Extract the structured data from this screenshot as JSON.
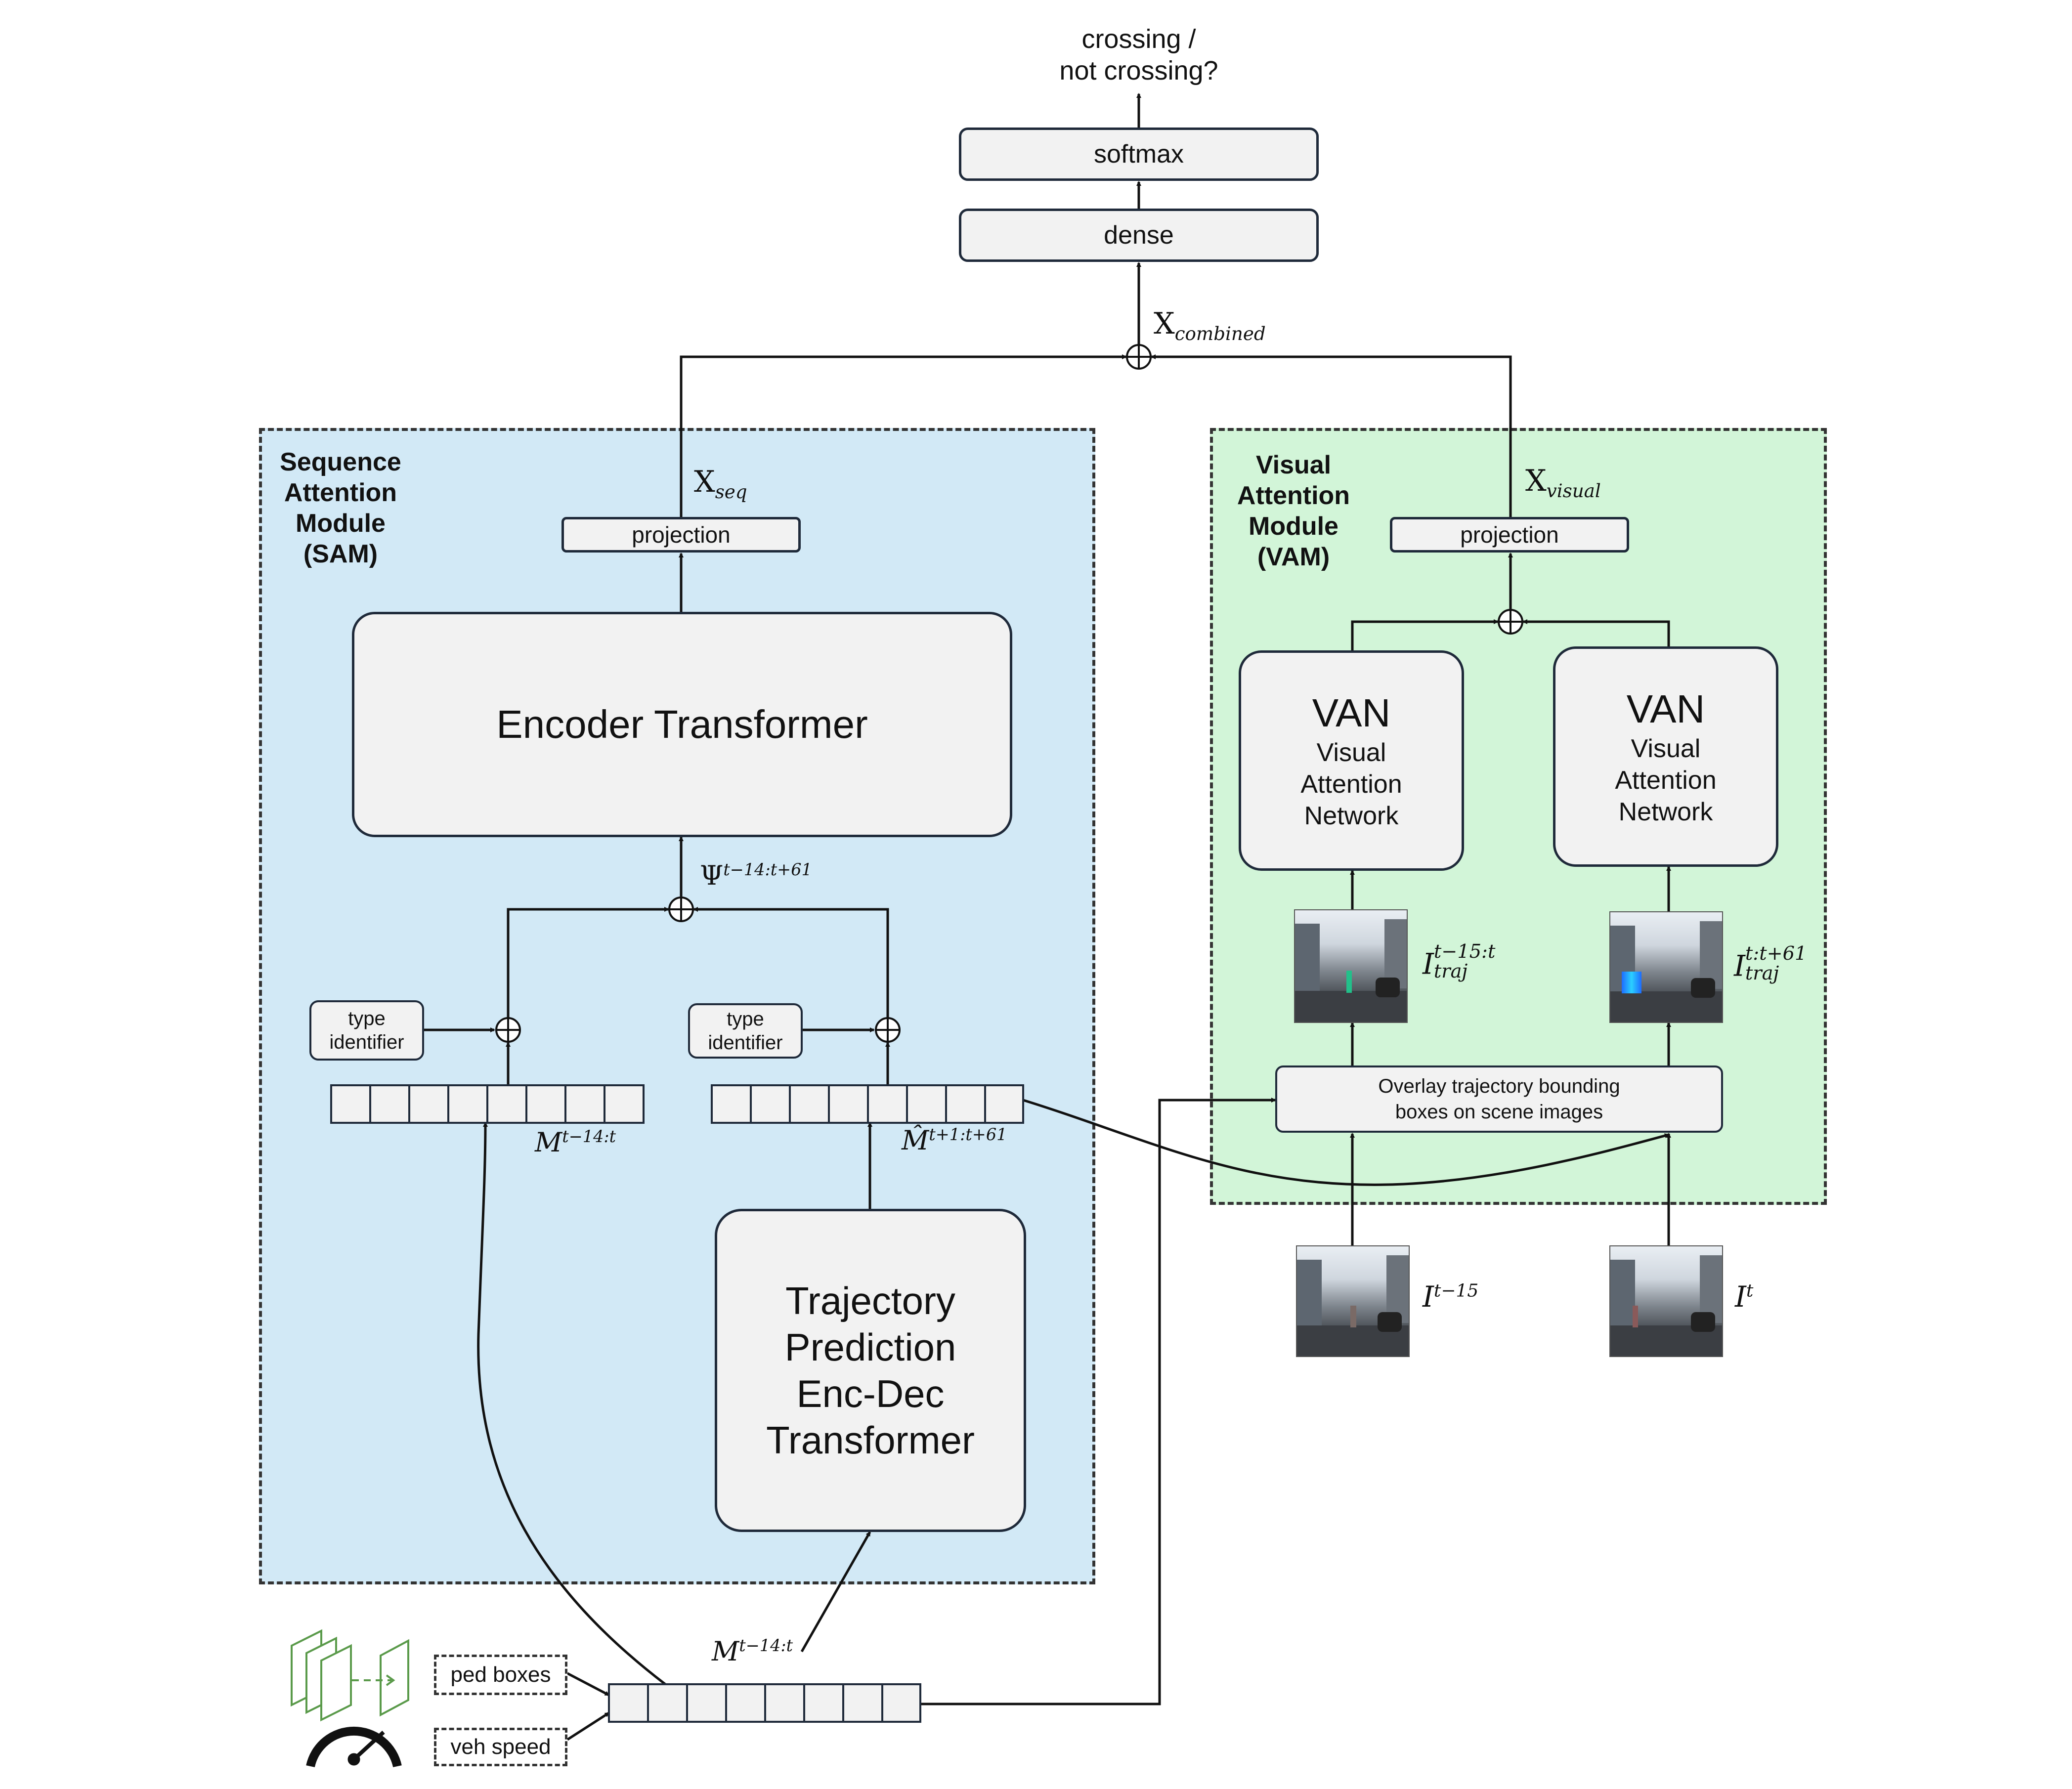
{
  "output": {
    "line1": "crossing /",
    "line2": "not crossing?"
  },
  "head": {
    "softmax": "softmax",
    "dense": "dense",
    "combined_main": "X",
    "combined_sub": "combined"
  },
  "sam": {
    "title_lines": [
      "Sequence",
      "Attention",
      "Module",
      "(SAM)"
    ],
    "projection": "projection",
    "xseq_main": "X",
    "xseq_sub": "seq",
    "encoder": "Encoder Transformer",
    "psi": "Ψ",
    "psi_sup": "t−14:t+61",
    "type_identifier_left": "type identifier",
    "type_identifier_right": "type identifier",
    "m_left_base": "M",
    "m_left_sup": "t−14:t",
    "m_right_base": "M̂",
    "m_right_sup": "t+1:t+61",
    "traj_lines": [
      "Trajectory",
      "Prediction",
      "Enc-Dec",
      "Transformer"
    ]
  },
  "vam": {
    "title_lines": [
      "Visual",
      "Attention",
      "Module",
      "(VAM)"
    ],
    "projection": "projection",
    "xvisual_main": "X",
    "xvisual_sub": "visual",
    "van_left": {
      "title": "VAN",
      "lines": [
        "Visual",
        "Attention",
        "Network"
      ]
    },
    "van_right": {
      "title": "VAN",
      "lines": [
        "Visual",
        "Attention",
        "Network"
      ]
    },
    "itraj_left_base": "I",
    "itraj_left_sup": "t−15:t",
    "itraj_left_sub": "traj",
    "itraj_right_base": "I",
    "itraj_right_sup": "t:t+61",
    "itraj_right_sub": "traj",
    "overlay_lines": [
      "Overlay trajectory bounding",
      "boxes on scene images"
    ]
  },
  "inputs": {
    "it15_base": "I",
    "it15_sup": "t−15",
    "it_base": "I",
    "it_sup": "t",
    "ped_boxes": "ped boxes",
    "veh_speed": "veh speed",
    "m_bottom_base": "M",
    "m_bottom_sup": "t−14:t"
  },
  "colors": {
    "sam_bg": "#d2e9f6",
    "vam_bg": "#d2f5d8",
    "box_bg": "#f2f2f2",
    "stroke": "#1f2a3a",
    "ped_icon": "#5a9a4a"
  }
}
